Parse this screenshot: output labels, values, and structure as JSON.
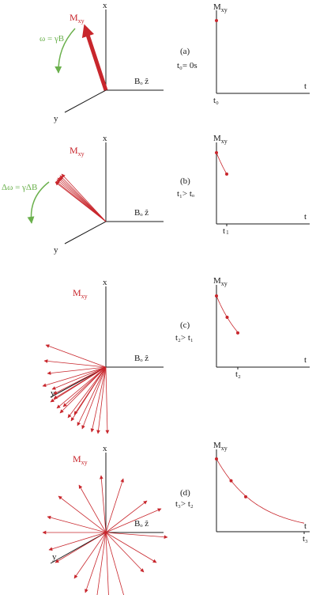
{
  "colors": {
    "vector": "#c8262c",
    "rotation": "#6ab04c",
    "axis": "#1a1a1a"
  },
  "labels": {
    "axis_x": "x",
    "axis_y": "y",
    "field": "Bₒ ẑ",
    "mxy_main": "M",
    "mxy_sub": "xy",
    "time": "t"
  },
  "rows": [
    {
      "id": "a",
      "letter": "(a)",
      "condition": "t₀= 0s",
      "rotation": "ω = γB",
      "tick": "t₀",
      "ntick": ""
    },
    {
      "id": "b",
      "letter": "(b)",
      "condition": "t₁> tₒ",
      "rotation": "Δω = γΔB",
      "tick": "t",
      "ntick": "1"
    },
    {
      "id": "c",
      "letter": "(c)",
      "condition": "t₂> t₁",
      "rotation": "",
      "tick": "t₂",
      "ntick": ""
    },
    {
      "id": "d",
      "letter": "(d)",
      "condition": "t₃> t₂",
      "rotation": "",
      "tick": "t₃",
      "ntick": ""
    }
  ],
  "chart_data": [
    {
      "type": "scatter",
      "panel": "a",
      "title": "",
      "xlabel": "t",
      "ylabel": "Mxy",
      "points": [
        {
          "t": 0,
          "mxy": 1.0
        }
      ],
      "decay_curve": false
    },
    {
      "type": "line",
      "panel": "b",
      "title": "",
      "xlabel": "t",
      "ylabel": "Mxy",
      "points": [
        {
          "t": 0,
          "mxy": 1.0
        },
        {
          "t": 1,
          "mxy": 0.7
        }
      ],
      "decay_curve": true
    },
    {
      "type": "line",
      "panel": "c",
      "title": "",
      "xlabel": "t",
      "ylabel": "Mxy",
      "points": [
        {
          "t": 0,
          "mxy": 1.0
        },
        {
          "t": 1,
          "mxy": 0.7
        },
        {
          "t": 2,
          "mxy": 0.48
        }
      ],
      "decay_curve": true
    },
    {
      "type": "line",
      "panel": "d",
      "title": "",
      "xlabel": "t",
      "ylabel": "Mxy",
      "points": [
        {
          "t": 0,
          "mxy": 1.0
        },
        {
          "t": 1,
          "mxy": 0.7
        },
        {
          "t": 2,
          "mxy": 0.48
        },
        {
          "t": 6,
          "mxy": 0.0
        }
      ],
      "decay_curve": true
    }
  ]
}
